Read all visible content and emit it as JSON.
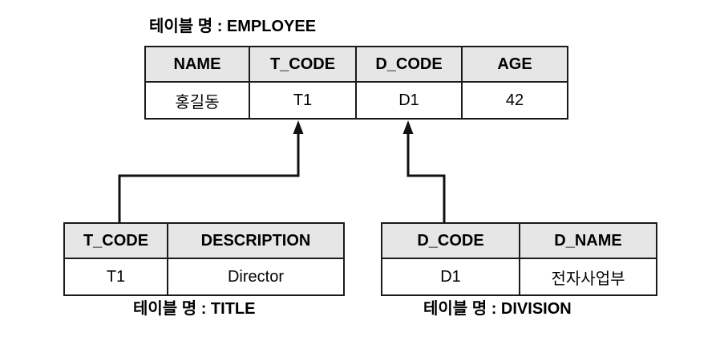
{
  "diagram": {
    "type": "database-foreign-key-diagram",
    "background_color": "#ffffff",
    "header_fill_color": "#e6e6e6",
    "border_color": "#1a1a1a",
    "connector_color": "#111111"
  },
  "employee": {
    "caption": "테이블 명 : EMPLOYEE",
    "name": "EMPLOYEE",
    "columns": [
      "NAME",
      "T_CODE",
      "D_CODE",
      "AGE"
    ],
    "rows": [
      [
        "홍길동",
        "T1",
        "D1",
        "42"
      ]
    ]
  },
  "title_table": {
    "caption": "테이블 명 : TITLE",
    "name": "TITLE",
    "columns": [
      "T_CODE",
      "DESCRIPTION"
    ],
    "rows": [
      [
        "T1",
        "Director"
      ]
    ]
  },
  "division_table": {
    "caption": "테이블 명 : DIVISION",
    "name": "DIVISION",
    "columns": [
      "D_CODE",
      "D_NAME"
    ],
    "rows": [
      [
        "D1",
        "전자사업부"
      ]
    ]
  },
  "relationships": [
    {
      "from": "TITLE.T_CODE",
      "to": "EMPLOYEE.T_CODE",
      "arrow": "up"
    },
    {
      "from": "DIVISION.D_CODE",
      "to": "EMPLOYEE.D_CODE",
      "arrow": "up"
    }
  ]
}
